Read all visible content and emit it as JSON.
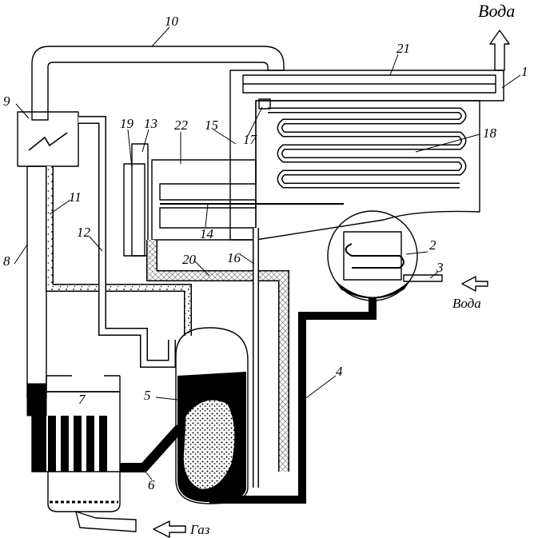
{
  "labels": {
    "water_out": "Вода",
    "water_in": "Вода",
    "gas": "Газ"
  },
  "callouts": {
    "c1": "1",
    "c2": "2",
    "c3": "3",
    "c4": "4",
    "c5": "5",
    "c6": "6",
    "c7": "7",
    "c8": "8",
    "c9": "9",
    "c10": "10",
    "c11": "11",
    "c12": "12",
    "c13": "13",
    "c14": "14",
    "c15": "15",
    "c16": "16",
    "c17": "17",
    "c18": "18",
    "c19": "19",
    "c20": "20",
    "c21": "21",
    "c22": "22"
  },
  "colors": {
    "ink": "#000000",
    "paper": "#ffffff",
    "stipple": "#000000"
  }
}
